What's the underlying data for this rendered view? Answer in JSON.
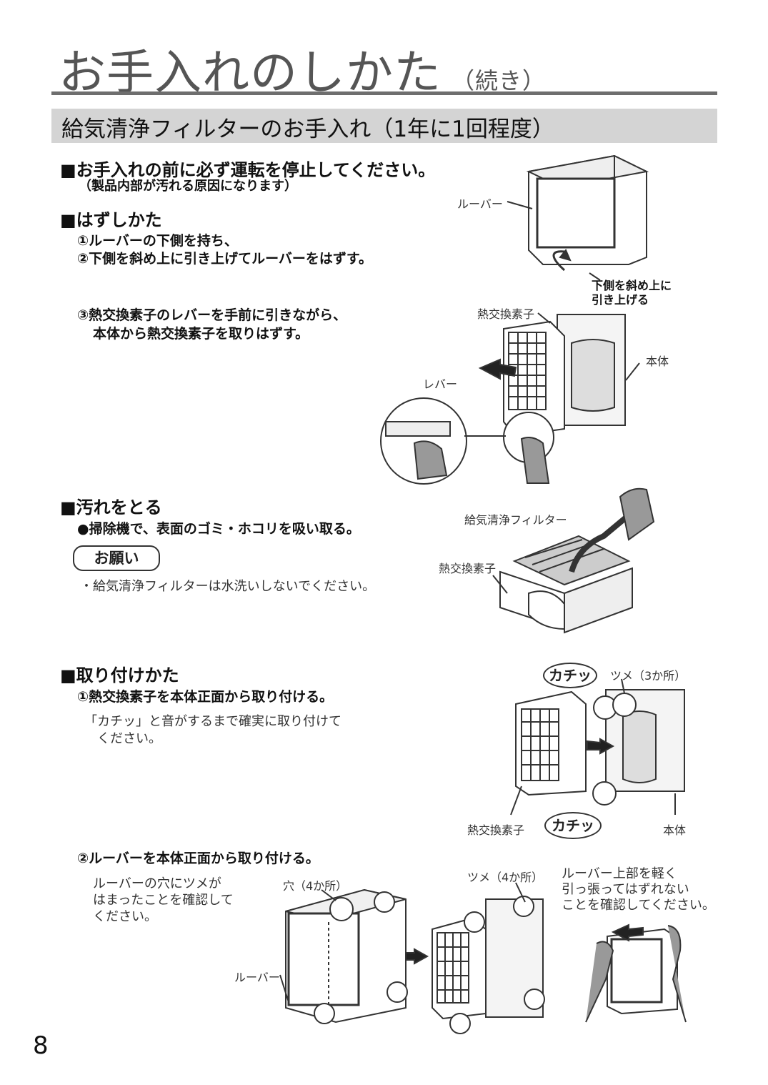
{
  "page": {
    "title": "お手入れのしかた",
    "title_suffix": "（続き）",
    "section_title": "給気清浄フィルターのお手入れ（1年に1回程度）",
    "page_number": "8"
  },
  "before": {
    "heading": "■お手入れの前に必ず運転を停止してください。",
    "sub": "（製品内部が汚れる原因になります）"
  },
  "removal": {
    "heading": "■はずしかた",
    "step1": "①ルーバーの下側を持ち、",
    "step2": "②下側を斜め上に引き上げてルーバーをはずす。",
    "step3a": "③熱交換素子のレバーを手前に引きながら、",
    "step3b": "本体から熱交換素子を取りはずす。"
  },
  "cleaning": {
    "heading": "■汚れをとる",
    "step": "●掃除機で、表面のゴミ・ホコリを吸い取る。",
    "onegai": "お願い",
    "note": "・給気清浄フィルターは水洗いしないでください。"
  },
  "install": {
    "heading": "■取り付けかた",
    "step1": "①熱交換素子を本体正面から取り付ける。",
    "note1a": "「カチッ」と音がするまで確実に取り付けて",
    "note1b": "ください。",
    "step2": "②ルーバーを本体正面から取り付ける。",
    "note2a": "ルーバーの穴にツメが",
    "note2b": "はまったことを確認して",
    "note2c": "ください。",
    "note3a": "ルーバー上部を軽く",
    "note3b": "引っ張ってはずれない",
    "note3c": "ことを確認してください。"
  },
  "labels": {
    "louver": "ルーバー",
    "lift1": "下側を斜め上に",
    "lift2": "引き上げる",
    "element": "熱交換素子",
    "body": "本体",
    "lever": "レバー",
    "filter": "給気清浄フィルター",
    "kachi": "カチッ",
    "tsume3": "ツメ（3か所）",
    "tsume4": "ツメ（4か所）",
    "hole4": "穴（4か所）"
  }
}
